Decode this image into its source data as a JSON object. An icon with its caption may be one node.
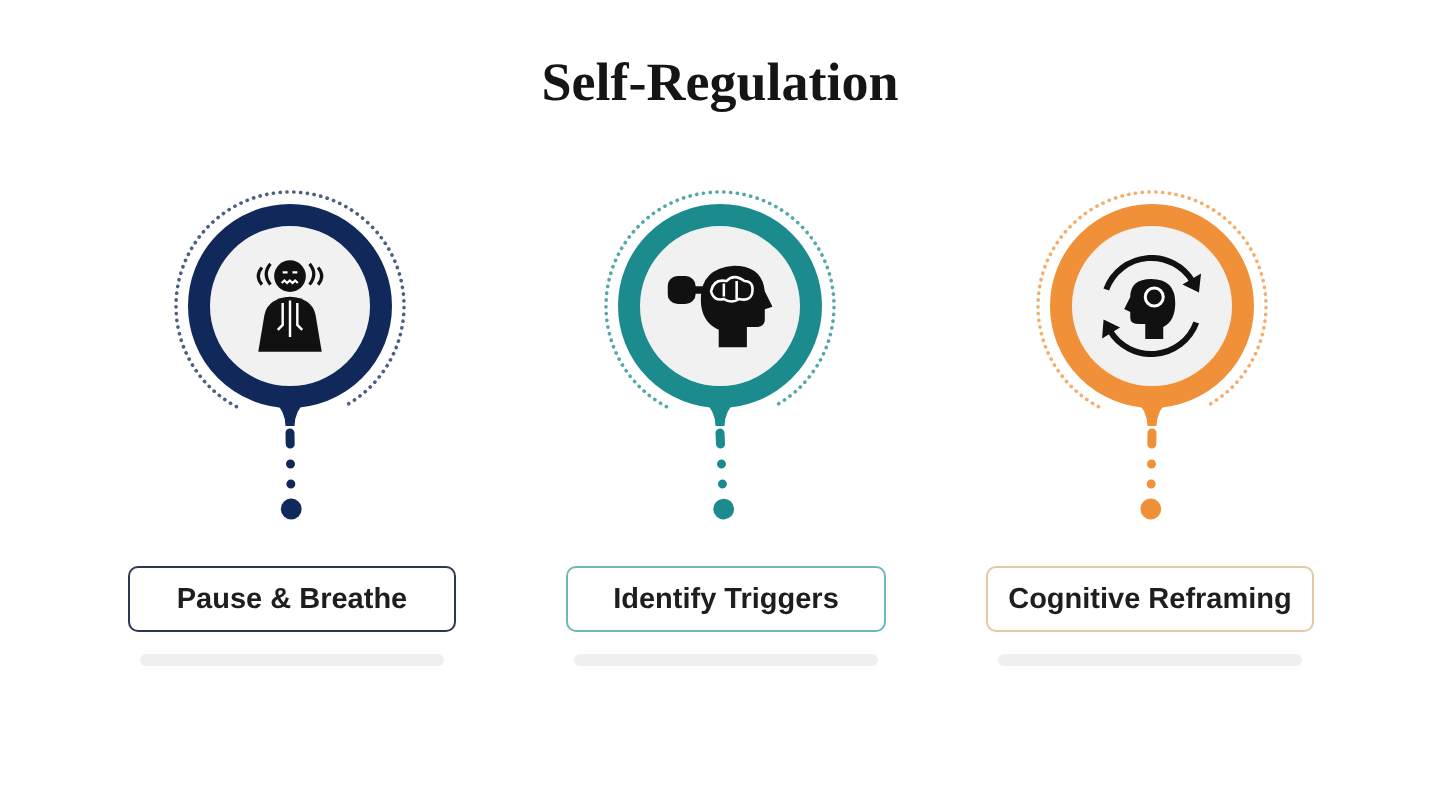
{
  "diagram": {
    "title": "Self-Regulation",
    "nodes": [
      {
        "text": [],
        "shape": "circle"
      },
      {
        "text": [],
        "shape": "circle"
      },
      {
        "text": [],
        "shape": "circle"
      },
      {
        "text": [
          "Pause & Breathe"
        ]
      },
      {
        "text": [
          "Identify Triggers"
        ]
      },
      {
        "text": [
          "Cognitive Reframing"
        ]
      }
    ],
    "edges": [
      {
        "from": 0,
        "to": 3,
        "arrow": "other",
        "style": "dashed",
        "color": "#10295a"
      },
      {
        "from": 1,
        "to": 4,
        "arrow": "other",
        "style": "dashed",
        "color": "#1b8b8e"
      },
      {
        "from": 2,
        "to": 5,
        "arrow": "other",
        "style": "dashed",
        "color": "#f0913a"
      }
    ]
  }
}
